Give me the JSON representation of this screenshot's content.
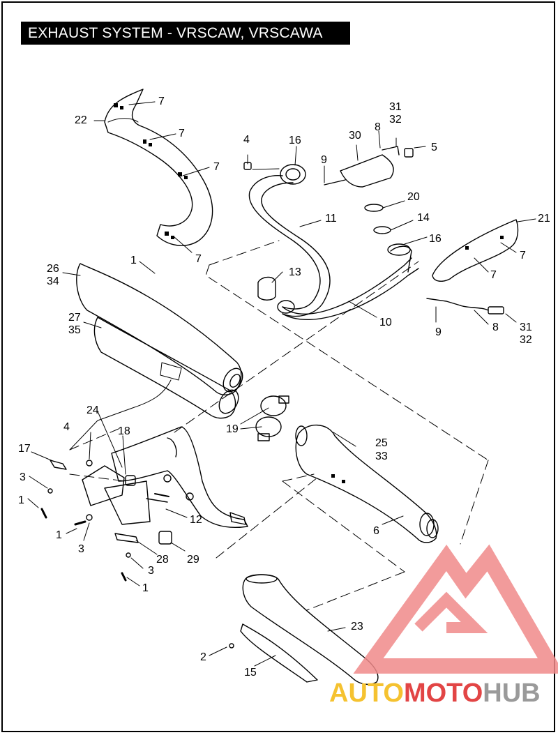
{
  "title": "EXHAUST SYSTEM - VRSCAW, VRSCAWA",
  "callouts": [
    "7",
    "22",
    "7",
    "7",
    "7",
    "4",
    "16",
    "9",
    "30",
    "8",
    "31",
    "32",
    "5",
    "20",
    "14",
    "11",
    "16",
    "21",
    "7",
    "7",
    "26",
    "34",
    "1",
    "13",
    "10",
    "9",
    "8",
    "31",
    "32",
    "27",
    "35",
    "24",
    "4",
    "18",
    "17",
    "19",
    "25",
    "33",
    "3",
    "1",
    "12",
    "6",
    "1",
    "3",
    "28",
    "29",
    "3",
    "1",
    "23",
    "2",
    "15"
  ],
  "watermark": {
    "part1": "AUTO",
    "part2": "MOTO",
    "part3": "HUB",
    "colors": {
      "auto": "#f5c230",
      "moto": "#e24545",
      "hub": "#9a9a9a"
    }
  }
}
